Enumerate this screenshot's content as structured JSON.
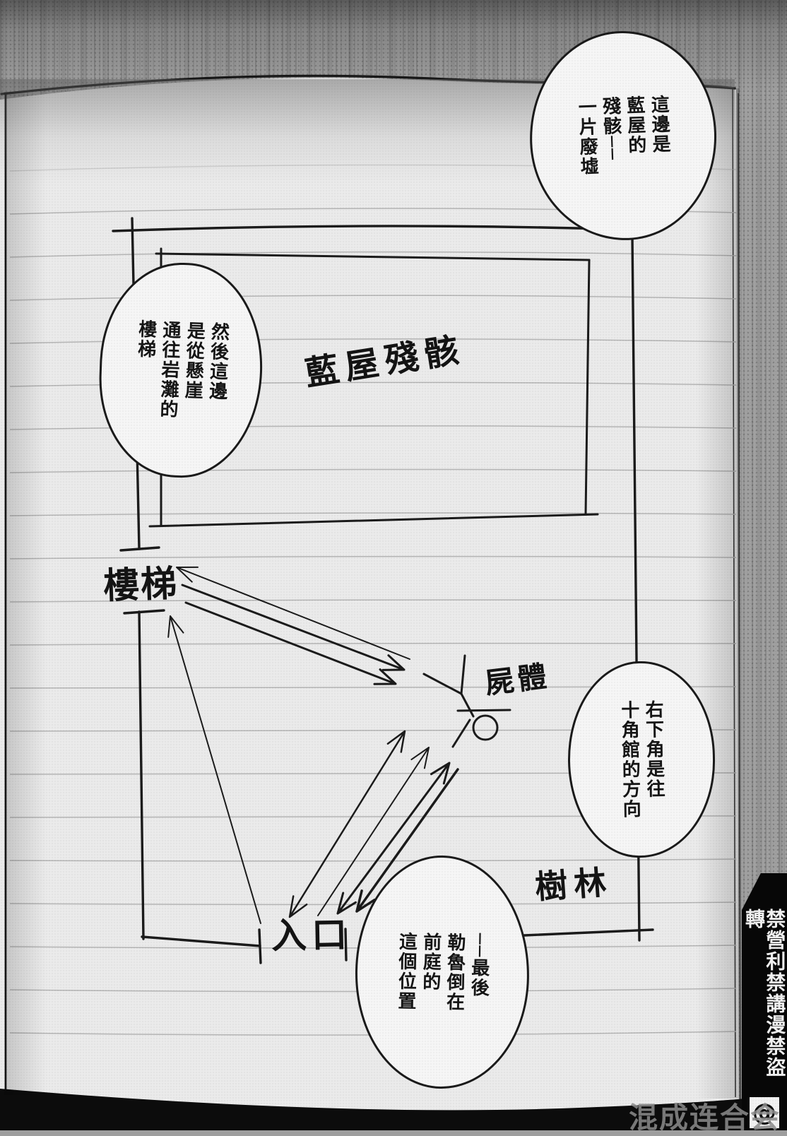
{
  "bubbles": {
    "top_right": {
      "text": "這邊是\n藍屋的\n殘骸──\n一片廢墟"
    },
    "left": {
      "text": "然後這邊\n是從懸崖\n通往岩灘的\n樓梯"
    },
    "right": {
      "text": "右下角是往\n十角館的方向"
    },
    "bottom": {
      "text": "──最後\n勒魯倒在\n前庭的\n這個位置"
    }
  },
  "map": {
    "labels": {
      "ruins": "藍屋殘骸",
      "stairs": "樓梯",
      "corpse": "屍體",
      "entrance": "入口",
      "woods": "樹林"
    }
  },
  "watermark": {
    "side_text": "禁營利禁講漫禁盜轉",
    "side_symbol": "@",
    "group_name": "混成连合会"
  },
  "colors": {
    "ink": "#1b1b1b",
    "paper": "#ebebeb",
    "ruled": "#b4b4b4",
    "outer": "#a0a0a0",
    "band": "#0c0c0c"
  }
}
